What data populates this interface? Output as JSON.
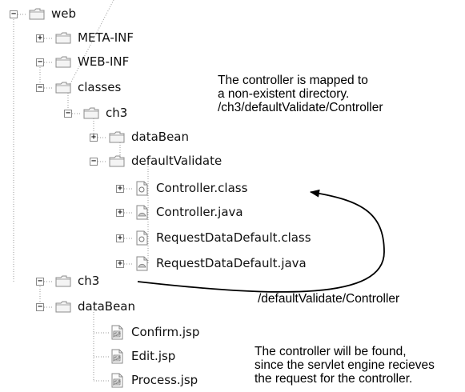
{
  "tree": [
    {
      "label": "web",
      "type": "folder",
      "toggle": "minus",
      "depth": 0
    },
    {
      "label": "META-INF",
      "type": "folder",
      "toggle": "plus",
      "depth": 1
    },
    {
      "label": "WEB-INF",
      "type": "folder",
      "toggle": "minus",
      "depth": 1
    },
    {
      "label": "classes",
      "type": "folder",
      "toggle": "minus",
      "depth": 2
    },
    {
      "label": "ch3",
      "type": "folder",
      "toggle": "minus",
      "depth": 3
    },
    {
      "label": "dataBean",
      "type": "folder",
      "toggle": "plus",
      "depth": 4
    },
    {
      "label": "defaultValidate",
      "type": "folder",
      "toggle": "minus",
      "depth": 4
    },
    {
      "label": "Controller.class",
      "type": "class-file",
      "toggle": "plus",
      "depth": 5
    },
    {
      "label": "Controller.java",
      "type": "java-file",
      "toggle": "plus",
      "depth": 5
    },
    {
      "label": "RequestDataDefault.class",
      "type": "class-file",
      "toggle": "plus",
      "depth": 5
    },
    {
      "label": "RequestDataDefault.java",
      "type": "java-file",
      "toggle": "plus",
      "depth": 5
    },
    {
      "label": "ch3",
      "type": "folder",
      "toggle": "minus",
      "depth": 1
    },
    {
      "label": "dataBean",
      "type": "folder",
      "toggle": "minus",
      "depth": 2
    },
    {
      "label": "Confirm.jsp",
      "type": "jsp-file",
      "toggle": null,
      "depth": 3
    },
    {
      "label": "Edit.jsp",
      "type": "jsp-file",
      "toggle": null,
      "depth": 3
    },
    {
      "label": "Process.jsp",
      "type": "jsp-file",
      "toggle": null,
      "depth": 3
    }
  ],
  "annotations": {
    "mapped": [
      "The controller is mapped to",
      "a non-existent directory.",
      "/ch3/defaultValidate/Controller"
    ],
    "arrow_label": "/defaultValidate/Controller",
    "found": [
      "The controller will be found,",
      "since the servlet engine recieves",
      "the request for the controller."
    ]
  },
  "colors": {
    "folder_fill": "#f4f4f4",
    "folder_outline": "#8c8c8c",
    "connector": "#9a9a9a",
    "arrow": "#000000"
  },
  "icons": {
    "folder": "folder-icon",
    "class-file": "class-file-icon",
    "java-file": "java-file-icon",
    "jsp-file": "jsp-file-icon"
  }
}
